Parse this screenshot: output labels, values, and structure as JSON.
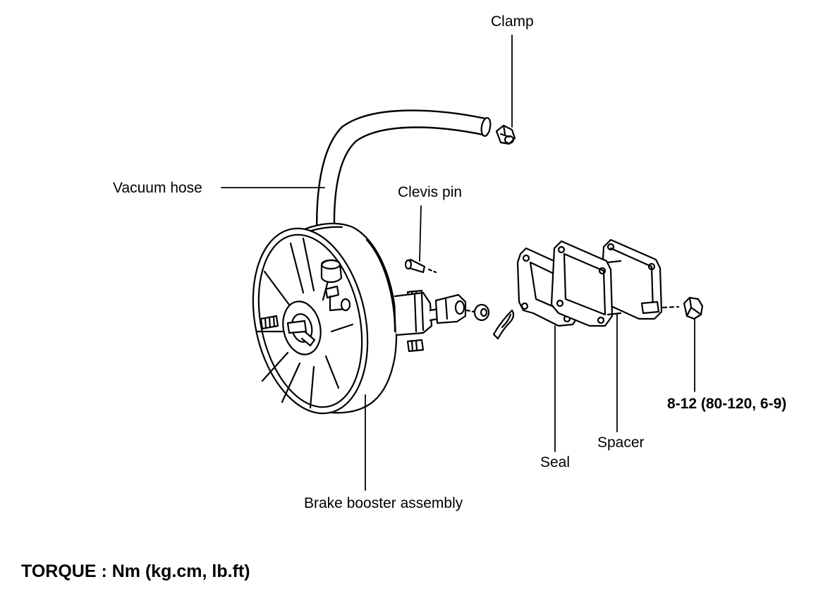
{
  "labels": {
    "clamp": "Clamp",
    "vacuum_hose": "Vacuum hose",
    "clevis_pin": "Clevis pin",
    "torque_value": "8-12 (80-120, 6-9)",
    "spacer": "Spacer",
    "seal": "Seal",
    "brake_booster": "Brake booster assembly"
  },
  "footer": {
    "torque_units": "TORQUE : Nm (kg.cm, lb.ft)"
  },
  "colors": {
    "ink": "#000000",
    "background": "#ffffff"
  }
}
